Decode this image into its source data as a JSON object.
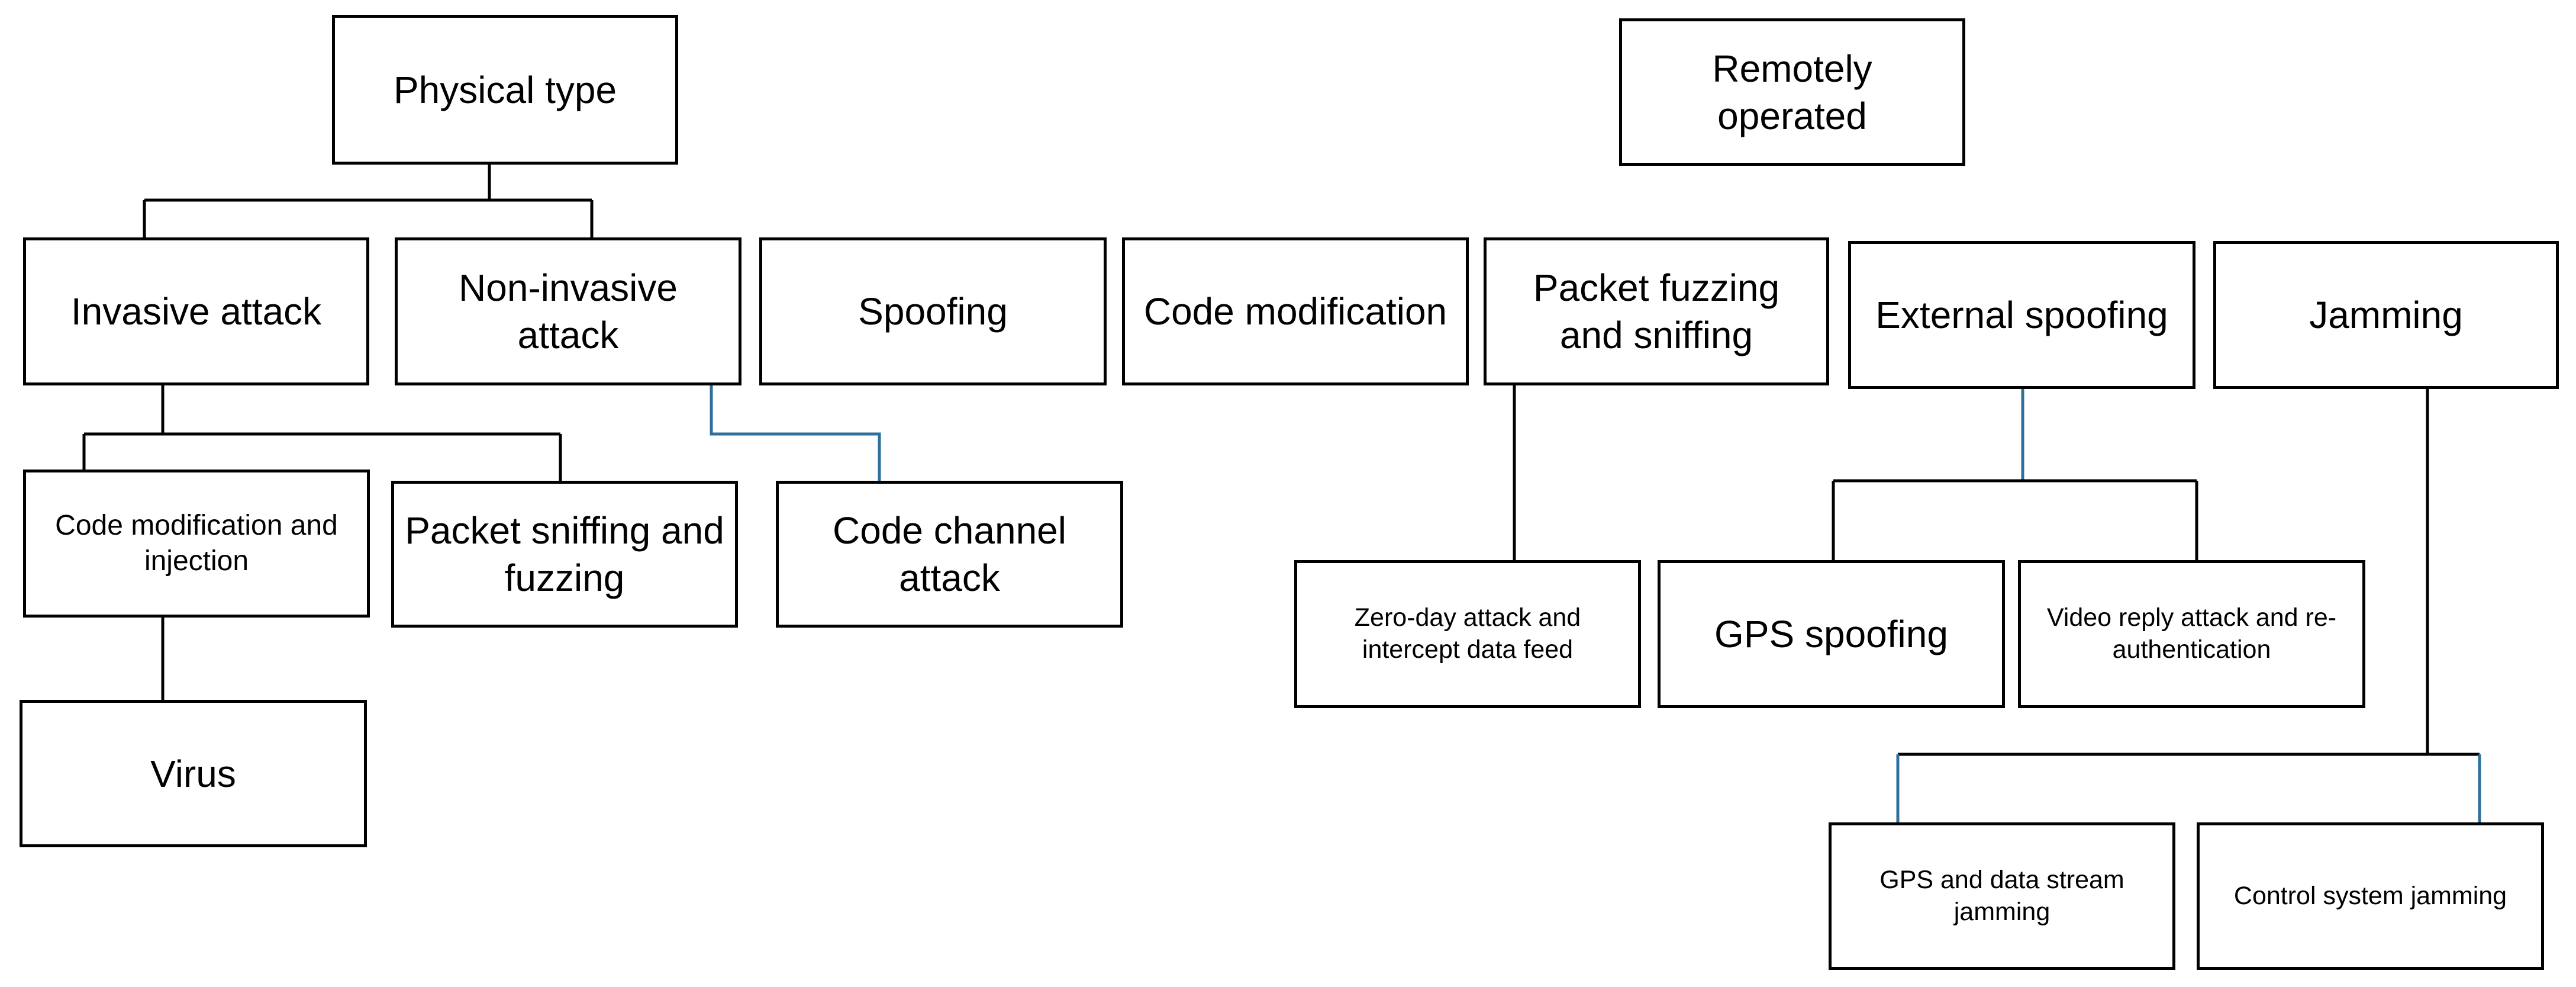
{
  "diagram": {
    "nodes": {
      "physical_type": "Physical type",
      "remotely_operated": "Remotely operated",
      "invasive_attack": "Invasive attack",
      "non_invasive_attack": "Non-invasive attack",
      "spoofing": "Spoofing",
      "code_modification": "Code modification",
      "packet_fuzzing_sniffing": "Packet fuzzing and sniffing",
      "external_spoofing": "External spoofing",
      "jamming": "Jamming",
      "code_mod_injection": "Code modification and injection",
      "packet_sniffing_fuzzing": "Packet sniffing and fuzzing",
      "code_channel_attack": "Code channel attack",
      "virus": "Virus",
      "zero_day": "Zero-day attack and intercept data feed",
      "gps_spoofing": "GPS spoofing",
      "video_reply": "Video reply attack and re-authentication",
      "gps_data_jamming": "GPS and data stream jamming",
      "control_jamming": "Control system jamming"
    },
    "colors": {
      "box_border": "#000000",
      "connector": "#000000",
      "connector_accent": "#2e6f9e",
      "background": "#ffffff"
    }
  }
}
